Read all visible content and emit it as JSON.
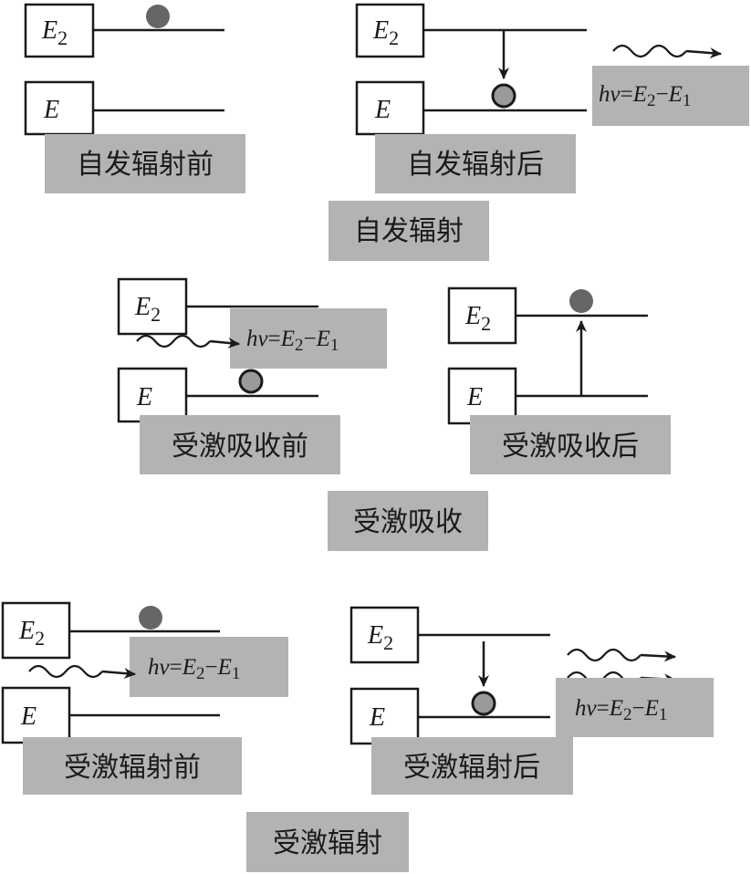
{
  "levels": {
    "upper": "E",
    "upper_sub": "2",
    "lower": "E",
    "lower_sub": ""
  },
  "formula": {
    "h": "h",
    "v": "v",
    "eq": "=",
    "e2": "E",
    "e2_sub": "2",
    "minus": "−",
    "e1": "E",
    "e1_sub": "1"
  },
  "sections": {
    "spontaneous": {
      "title": "自发辐射",
      "before_label": "自发辐射前",
      "after_label": "自发辐射后"
    },
    "absorption": {
      "title": "受激吸收",
      "before_label": "受激吸收前",
      "after_label": "受激吸收后"
    },
    "stimulated": {
      "title": "受激辐射",
      "before_label": "受激辐射前",
      "after_label": "受激辐射后"
    }
  },
  "colors": {
    "label_bg": "#b3b3b3",
    "ink": "#1a1a1a",
    "particle_fill": "#666666",
    "particle_empty": "#9a9a9a"
  }
}
